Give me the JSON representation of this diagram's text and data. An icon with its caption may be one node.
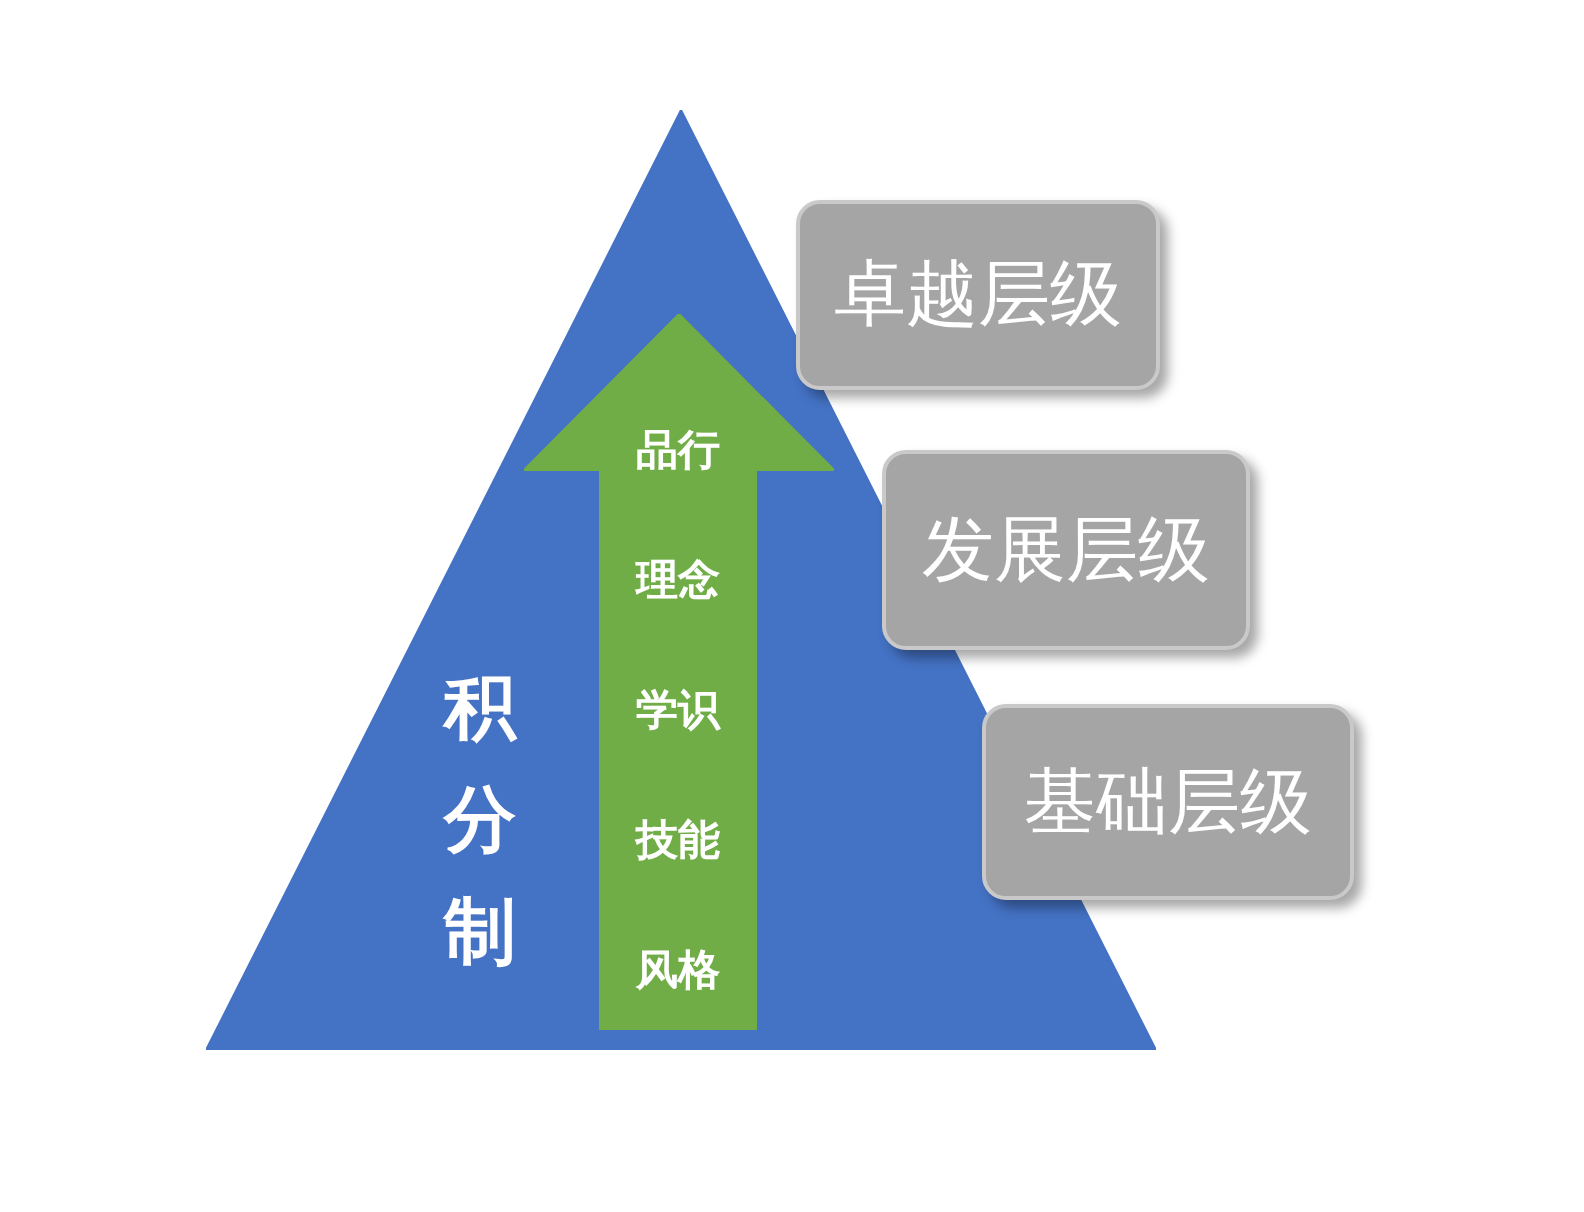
{
  "diagram": {
    "nodes": [
      {
        "text": [
          "积分制"
        ]
      },
      {
        "text": [
          "品行",
          "理念",
          "学识",
          "技能",
          "风格"
        ],
        "in": 0
      },
      {
        "text": [
          "卓越层级"
        ]
      },
      {
        "text": [
          "发展层级"
        ]
      },
      {
        "text": [
          "基础层级"
        ]
      }
    ]
  }
}
